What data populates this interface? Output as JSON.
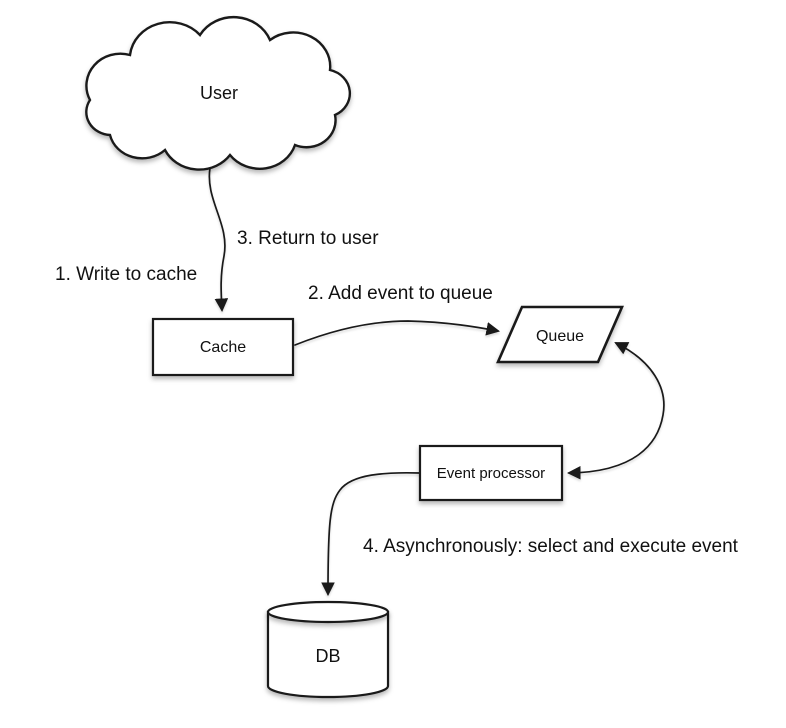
{
  "diagram": {
    "background": "#ffffff",
    "stroke_color": "#1a1a1a",
    "text_color": "#111111"
  },
  "nodes": {
    "user": {
      "label": "User",
      "shape": "cloud"
    },
    "cache": {
      "label": "Cache",
      "shape": "rectangle"
    },
    "queue": {
      "label": "Queue",
      "shape": "parallelogram"
    },
    "event_processor": {
      "label": "Event processor",
      "shape": "rectangle"
    },
    "db": {
      "label": "DB",
      "shape": "cylinder"
    }
  },
  "edge_labels": {
    "write_to_cache": "1. Write to cache",
    "add_event_to_queue": "2. Add event to queue",
    "return_to_user": "3. Return to user",
    "async_select_execute": "4. Asynchronously: select and execute event"
  },
  "edges": [
    {
      "from": "user",
      "to": "cache",
      "direction": "one-way"
    },
    {
      "from": "cache",
      "to": "queue",
      "direction": "one-way"
    },
    {
      "from": "queue",
      "to": "event_processor",
      "direction": "two-way"
    },
    {
      "from": "event_processor",
      "to": "db",
      "direction": "one-way"
    }
  ]
}
